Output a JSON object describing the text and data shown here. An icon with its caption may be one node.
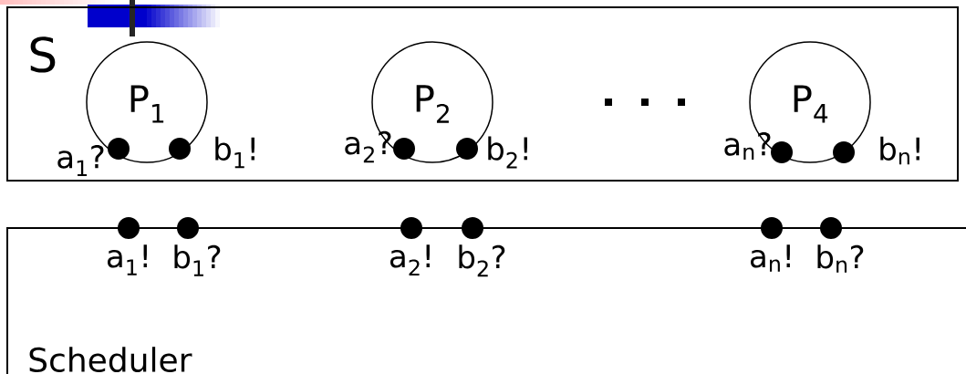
{
  "diagram": {
    "nodes": [
      {
        "text": [
          "S"
        ]
      },
      {
        "text": [
          "P$_{1}$"
        ],
        "in": 0
      },
      {
        "text": [
          "P$_{2}$"
        ],
        "in": 0
      },
      {
        "text": [
          "P$_{4}$"
        ],
        "in": 0
      },
      {
        "text": [],
        "shape": "circle",
        "beside": [
          "a$_{1}$?"
        ],
        "in": 1
      },
      {
        "text": [],
        "shape": "circle",
        "beside": [
          "b$_{1}$!"
        ],
        "in": 1
      },
      {
        "text": [],
        "shape": "circle",
        "beside": [
          "a$_{2}$?"
        ],
        "in": 2
      },
      {
        "text": [],
        "shape": "circle",
        "beside": [
          "b$_{2}$!"
        ],
        "in": 2
      },
      {
        "text": [],
        "shape": "circle",
        "beside": [
          "a$_{n}$?"
        ],
        "in": 3
      },
      {
        "text": [],
        "shape": "circle",
        "beside": [
          "b$_{n}$!"
        ],
        "in": 3
      },
      {
        "text": [
          "Scheduler"
        ]
      },
      {
        "text": [],
        "shape": "circle",
        "beside": [
          "a$_{1}$!"
        ]
      },
      {
        "text": [],
        "shape": "circle",
        "beside": [
          "b$_{1}$?"
        ]
      },
      {
        "text": [],
        "shape": "circle",
        "beside": [
          "a$_{2}$!"
        ]
      },
      {
        "text": [],
        "shape": "circle",
        "beside": [
          "b$_{2}$?"
        ]
      },
      {
        "text": [],
        "shape": "circle",
        "beside": [
          "a$_{n}$!"
        ]
      },
      {
        "text": [],
        "shape": "circle",
        "beside": [
          "b$_{n}$?"
        ]
      }
    ]
  }
}
